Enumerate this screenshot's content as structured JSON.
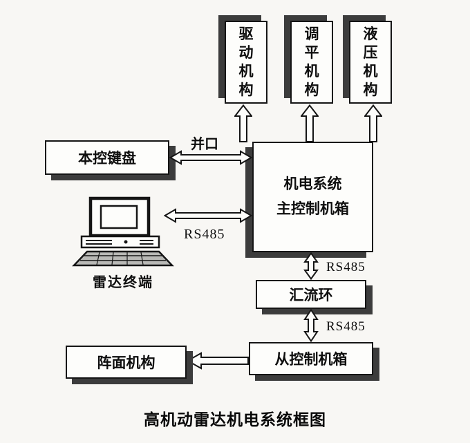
{
  "caption": "高机动雷达机电系统框图",
  "top_boxes": [
    {
      "label": "驱动机构"
    },
    {
      "label": "调平机构"
    },
    {
      "label": "液压机构"
    }
  ],
  "main_box": {
    "line1": "机电系统",
    "line2": "主控制机箱"
  },
  "keyboard_box": {
    "label": "本控键盘"
  },
  "terminal": {
    "label": "雷达终端"
  },
  "slip_ring_box": {
    "label": "汇流环"
  },
  "slave_box": {
    "label": "从控制机箱"
  },
  "array_box": {
    "label": "阵面机构"
  },
  "links": {
    "parallel_port": "并口",
    "rs485_terminal": "RS485",
    "rs485_main_slip": "RS485",
    "rs485_slip_slave": "RS485"
  }
}
